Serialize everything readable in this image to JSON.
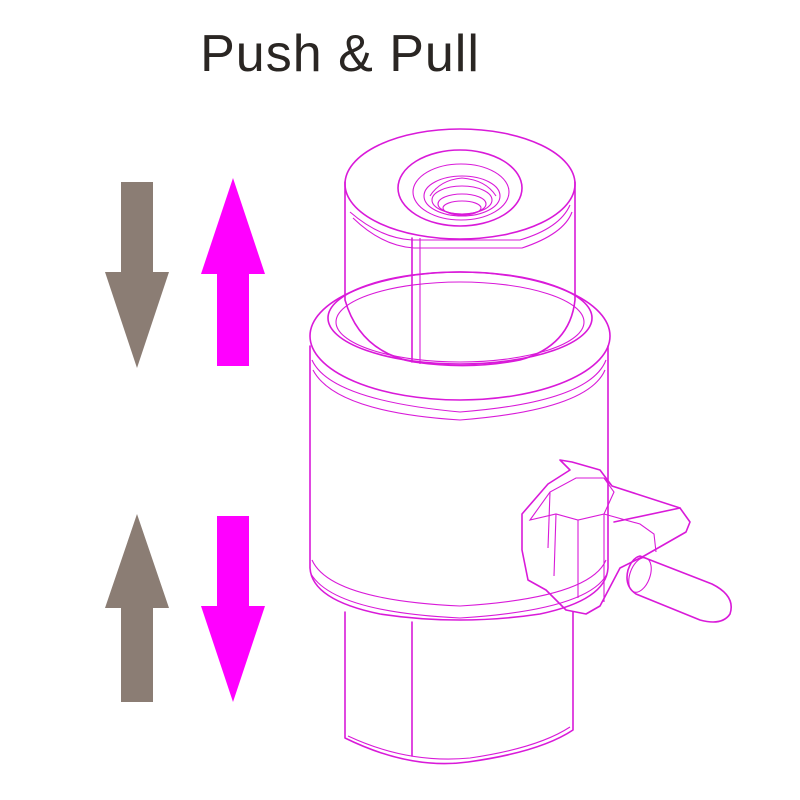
{
  "title": "Push & Pull",
  "colors": {
    "sensor_outline": "#d91ad9",
    "arrow_grey": "#8b7d74",
    "arrow_magenta": "#ff00ff",
    "title_text": "#2a2623"
  },
  "arrows": [
    {
      "group": "top",
      "color": "grey",
      "direction": "down"
    },
    {
      "group": "top",
      "color": "magenta",
      "direction": "up"
    },
    {
      "group": "bottom",
      "color": "grey",
      "direction": "up"
    },
    {
      "group": "bottom",
      "color": "magenta",
      "direction": "down"
    }
  ]
}
